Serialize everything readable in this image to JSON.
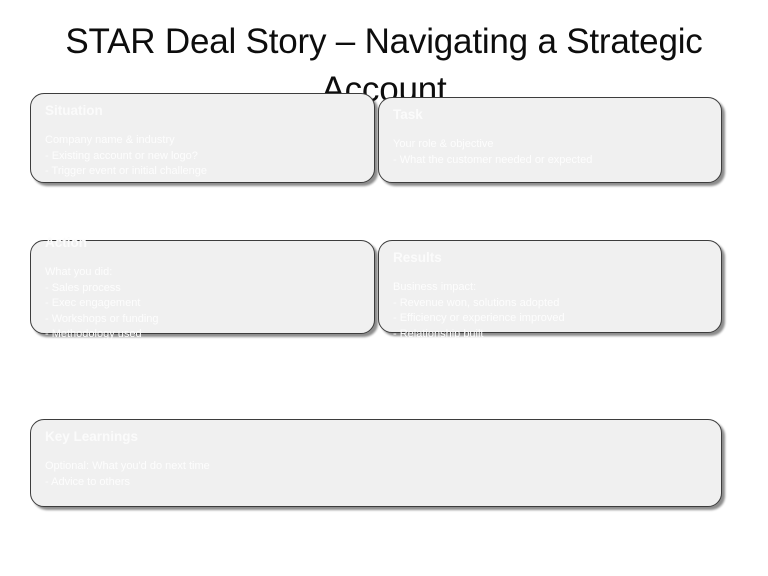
{
  "slide": {
    "title": "STAR Deal Story – Navigating a Strategic Account",
    "background_color": "#ffffff",
    "title_color": "#0d0d0d",
    "card_fill_color": "#f0f0f0",
    "card_border_color": "#3d3d3d",
    "card_text_color": "#fdfdfd"
  },
  "cards": [
    {
      "heading": "Situation",
      "lines": [
        "Company name & industry",
        "- Existing account or new logo?",
        "- Trigger event or initial challenge"
      ]
    },
    {
      "heading": "Task",
      "lines": [
        "Your role & objective",
        "- What the customer needed or expected"
      ]
    },
    {
      "heading": "Action",
      "lines": [
        "What you did:",
        "- Sales process",
        "- Exec engagement",
        "- Workshops or funding",
        "- Methodology used"
      ]
    },
    {
      "heading": "Results",
      "lines": [
        "Business impact:",
        "- Revenue won, solutions adopted",
        "- Efficiency or experience improved",
        "- Relationship built"
      ]
    },
    {
      "heading": "Key Learnings",
      "lines": [
        "Optional: What you'd do next time",
        "- Advice to others"
      ]
    }
  ]
}
